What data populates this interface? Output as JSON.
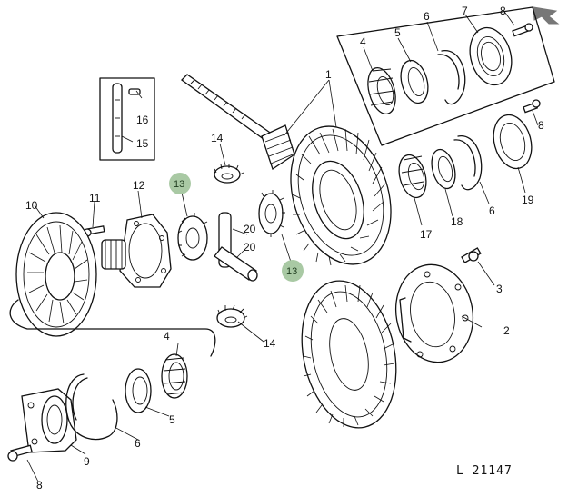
{
  "diagram": {
    "reference_code": "L 21147",
    "colors": {
      "ink": "#111111",
      "highlight": "#a9c9a4",
      "corner_icon": "#777777"
    },
    "corner_icon": "arrow-icon",
    "callouts": [
      {
        "id": "c1",
        "label": "1"
      },
      {
        "id": "c2",
        "label": "2"
      },
      {
        "id": "c3",
        "label": "3"
      },
      {
        "id": "c4a",
        "label": "4"
      },
      {
        "id": "c4b",
        "label": "4"
      },
      {
        "id": "c5a",
        "label": "5"
      },
      {
        "id": "c5b",
        "label": "5"
      },
      {
        "id": "c6a",
        "label": "6"
      },
      {
        "id": "c6b",
        "label": "6"
      },
      {
        "id": "c6c",
        "label": "6"
      },
      {
        "id": "c7",
        "label": "7"
      },
      {
        "id": "c8a",
        "label": "8"
      },
      {
        "id": "c8b",
        "label": "8"
      },
      {
        "id": "c8c",
        "label": "8"
      },
      {
        "id": "c9",
        "label": "9"
      },
      {
        "id": "c10",
        "label": "10"
      },
      {
        "id": "c11",
        "label": "11"
      },
      {
        "id": "c12",
        "label": "12"
      },
      {
        "id": "c13a",
        "label": "13",
        "highlighted": true
      },
      {
        "id": "c13b",
        "label": "13",
        "highlighted": true
      },
      {
        "id": "c14a",
        "label": "14"
      },
      {
        "id": "c14b",
        "label": "14"
      },
      {
        "id": "c15",
        "label": "15"
      },
      {
        "id": "c16",
        "label": "16"
      },
      {
        "id": "c17",
        "label": "17"
      },
      {
        "id": "c18",
        "label": "18"
      },
      {
        "id": "c19",
        "label": "19"
      },
      {
        "id": "c20a",
        "label": "20"
      },
      {
        "id": "c20b",
        "label": "20"
      }
    ]
  }
}
